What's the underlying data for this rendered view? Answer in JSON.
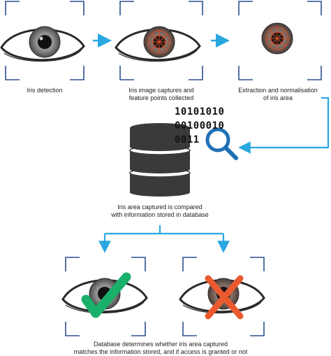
{
  "steps": {
    "detection": {
      "caption": [
        "Iris detection"
      ]
    },
    "capture": {
      "caption": [
        "Iris image captures and",
        "feature points collected"
      ]
    },
    "extraction": {
      "caption": [
        "Extraction and normalisation",
        "of iris area"
      ]
    },
    "compare": {
      "caption": [
        "Iris area captured is compared",
        "with information stored in database"
      ],
      "binary_lines": [
        "10101010",
        "00100010",
        "0011"
      ]
    },
    "decision": {
      "caption": [
        "Database determines whether iris area captured",
        "matches the information stored, and if access is granted or not"
      ]
    }
  },
  "colors": {
    "accent_blue": "#2aa7e0",
    "bracket_blue": "#2b4f8e",
    "magnifier_blue": "#1f6fb5",
    "check_green": "#19b06a",
    "cross_red": "#ea5a2e",
    "database_dark": "#3a3a3a"
  },
  "icons": {
    "accepted": "checkmark-icon",
    "rejected": "cross-icon",
    "search": "magnifier-icon",
    "storage": "database-icon"
  }
}
